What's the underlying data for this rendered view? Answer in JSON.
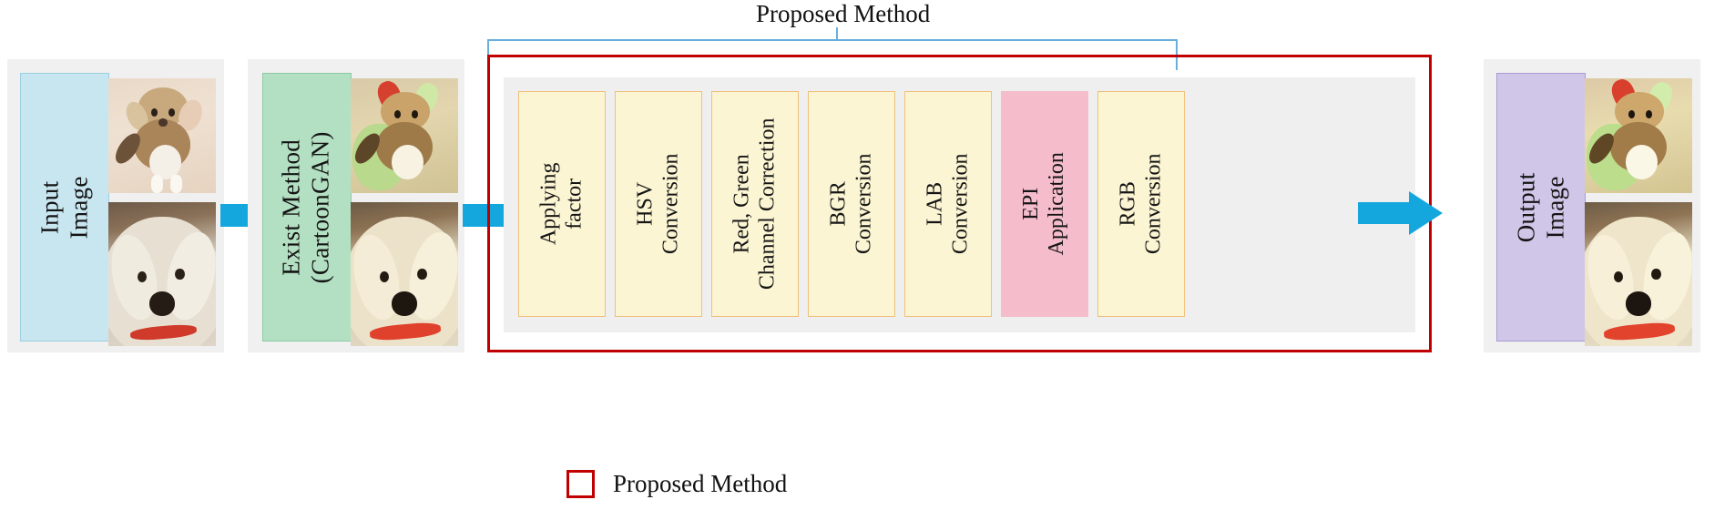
{
  "figure": {
    "bracket_title": "Proposed Method",
    "legend_label": "Proposed Method"
  },
  "stages": {
    "input": {
      "label_line1": "Input",
      "label_line2": "Image",
      "color": "#c8e6f0"
    },
    "exist": {
      "label_line1": "Exist Method",
      "label_line2": "(CartoonGAN)",
      "color": "#b3e0c2"
    },
    "output": {
      "label_line1": "Output",
      "label_line2": "Image",
      "color": "#cfc6e8"
    }
  },
  "pipeline": {
    "steps": [
      {
        "line1": "Applying",
        "line2": "factor",
        "color": "#fbf5d3",
        "border": "#f0c07a",
        "highlight": false
      },
      {
        "line1": "HSV",
        "line2": "Conversion",
        "color": "#fbf5d3",
        "border": "#f0c07a",
        "highlight": false
      },
      {
        "line1": "Red, Green",
        "line2": "Channel Correction",
        "color": "#fbf5d3",
        "border": "#f0c07a",
        "highlight": false
      },
      {
        "line1": "BGR",
        "line2": "Conversion",
        "color": "#fbf5d3",
        "border": "#f0c07a",
        "highlight": false
      },
      {
        "line1": "LAB",
        "line2": "Conversion",
        "color": "#fbf5d3",
        "border": "#f0c07a",
        "highlight": false
      },
      {
        "line1": "EPI",
        "line2": "Application",
        "color": "#f5bccb",
        "border": "#f5bccb",
        "highlight": true
      },
      {
        "line1": "RGB",
        "line2": "Conversion",
        "color": "#fbf5d3",
        "border": "#f0c07a",
        "highlight": false
      }
    ]
  },
  "colors": {
    "arrow": "#14a7de",
    "proposed_outline": "#c00000",
    "bracket": "#6aaede",
    "panel_bg": "#f0f0f0",
    "pipeline_bg": "#efefef"
  },
  "photos": {
    "input_top_alt": "photo-chihuahua-puppy",
    "input_bottom_alt": "photo-white-terrier",
    "cartoon_top_alt": "cartoonized-chihuahua-puppy",
    "cartoon_bottom_alt": "cartoonized-white-terrier",
    "output_top_alt": "enhanced-chihuahua-puppy",
    "output_bottom_alt": "enhanced-white-terrier"
  }
}
